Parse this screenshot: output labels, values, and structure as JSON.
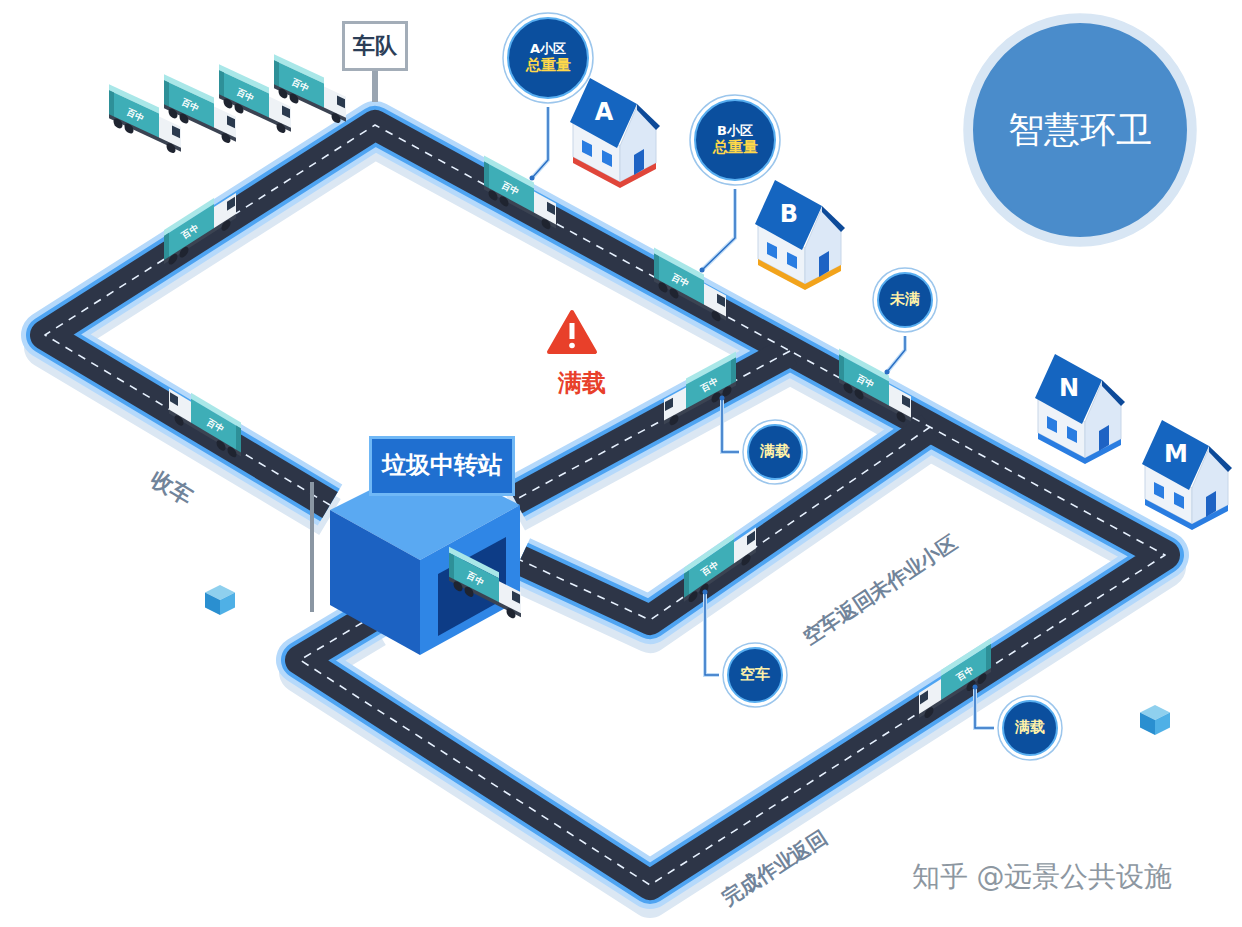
{
  "diagram": {
    "nodes": [
      {
        "text": [
          "车队"
        ]
      },
      {
        "text": [
          "A小区",
          "总重量"
        ]
      },
      {
        "text": [
          "智慧环卫"
        ]
      },
      {
        "text": [
          "B小区",
          "总重量"
        ]
      },
      {
        "text": [
          "未满"
        ]
      },
      {
        "text": [
          "垃圾中转站"
        ]
      },
      {
        "text": [
          "满载"
        ]
      },
      {
        "text": [
          "空车"
        ]
      },
      {
        "text": [
          "满载"
        ]
      }
    ],
    "labels": [
      "A",
      "B",
      "N",
      "M",
      "满载",
      "收车",
      "空车返回未作业小区",
      "完成作业返回",
      "知乎 @远景公共设施",
      "百中",
      "百中",
      "百中",
      "百中",
      "百中",
      "百中",
      "百中",
      "百中",
      "百中",
      "百中",
      "百中",
      "百中",
      "百中"
    ]
  }
}
